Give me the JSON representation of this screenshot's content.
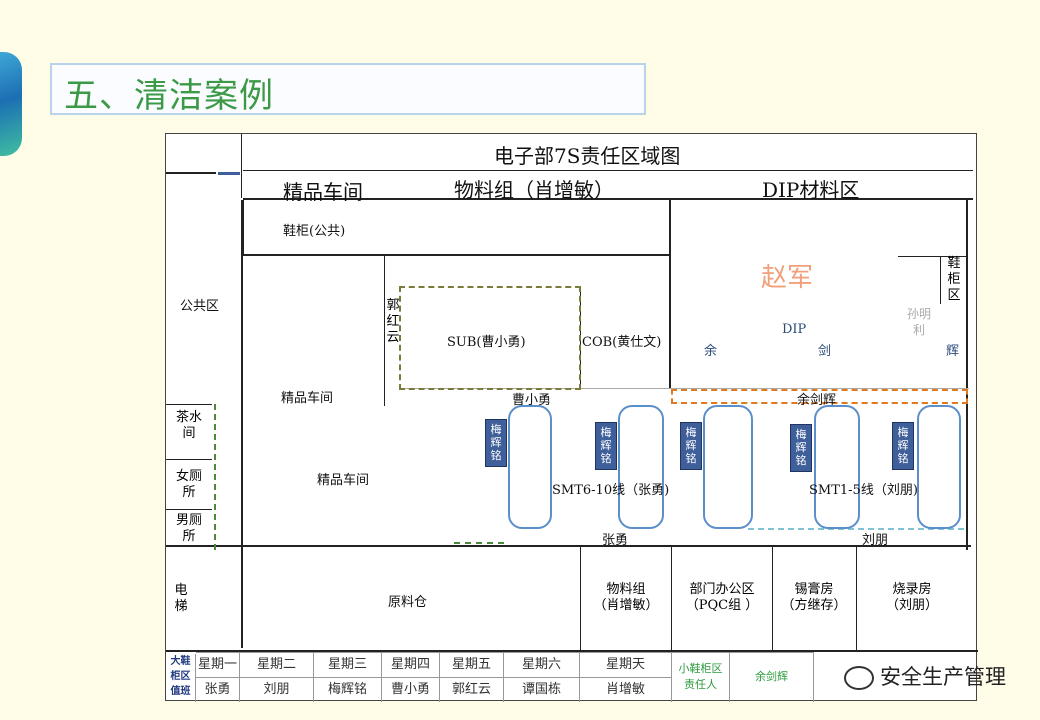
{
  "slide": {
    "title": "五、清洁案例"
  },
  "plan": {
    "heading": "电子部7S责任区域图",
    "bands": {
      "left": "精品车间",
      "mid": "物料组（肖增敏）",
      "right": "DIP材料区"
    },
    "areas": {
      "shoe_cabinet_public": "鞋柜(公共)",
      "public_area": "公共区",
      "jingpin1": "精品车间",
      "jingpin2": "精品车间",
      "guohongyun": [
        "郭",
        "红",
        "云"
      ],
      "sub": "SUB(曹小勇)",
      "cob": "COB(黄仕文)",
      "zhaojun": "赵军",
      "shoe_cabinet_right": [
        "鞋",
        "柜",
        "区"
      ],
      "sunmingli": [
        "孙明",
        "利"
      ],
      "dip": "DIP",
      "yujianhui_split": [
        "余",
        "剑",
        "辉"
      ],
      "caoxiaoyong": "曹小勇",
      "yujianhui": "余剑辉",
      "tea": [
        "茶水",
        "间"
      ],
      "ladies": [
        "女厕",
        "所"
      ],
      "mens": [
        "男厕",
        "所"
      ],
      "smt6": "SMT6-10线（张勇)",
      "smt1": "SMT1-5线（刘朋)",
      "zhangyong": "张勇",
      "liupeng": "刘朋",
      "elevator": [
        "电",
        "梯"
      ],
      "raw": "原料仓",
      "material": [
        "物料组",
        "（肖增敏）"
      ],
      "office": [
        "部门办公区",
        "（PQC组 ）"
      ],
      "tin": [
        "锡膏房",
        "（方继存）"
      ],
      "burn": [
        "烧录房",
        "（刘朋）"
      ],
      "badge": [
        "梅",
        "辉",
        "铭"
      ]
    },
    "schedule": {
      "corner": [
        "大鞋",
        "柜区",
        "值班"
      ],
      "days": [
        "星期一",
        "星期二",
        "星期三",
        "星期四",
        "星期五",
        "星期六",
        "星期天"
      ],
      "people": [
        "张勇",
        "刘朋",
        "梅辉铭",
        "曹小勇",
        "郭红云",
        "谭国栋",
        "肖增敏"
      ],
      "resp_label": [
        "小鞋柜区",
        "责任人"
      ],
      "resp_name": "余剑辉"
    }
  },
  "watermark": "安全生产管理",
  "colors": {
    "title": "#3c9a46",
    "zhaojun": "#f0a07a",
    "badge": "#3f5f9a"
  }
}
